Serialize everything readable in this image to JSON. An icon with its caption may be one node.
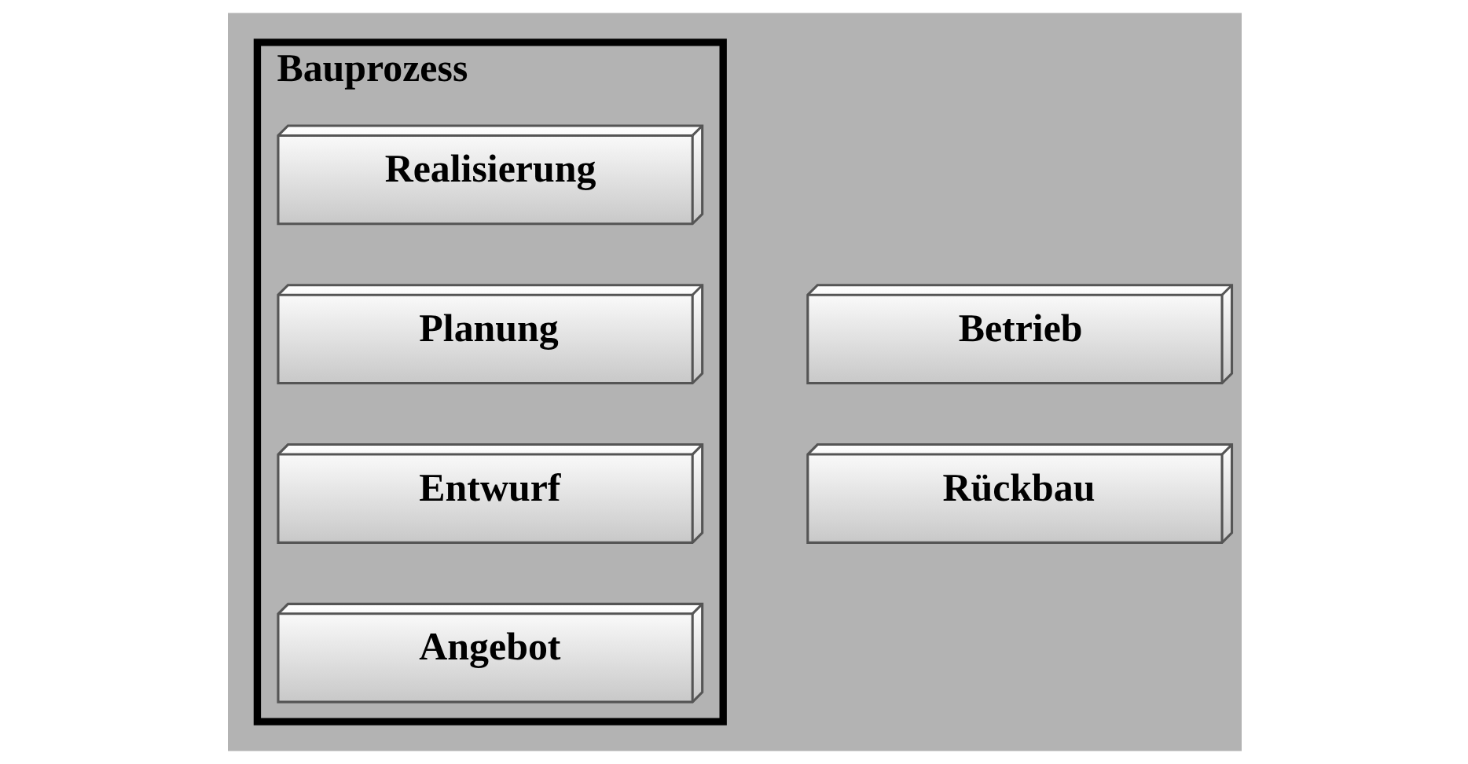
{
  "diagram": {
    "nodes": [
      {
        "text": [
          "Bauprozess"
        ]
      },
      {
        "text": [
          "Realisierung"
        ],
        "in": 0
      },
      {
        "text": [
          "Planung"
        ],
        "in": 0
      },
      {
        "text": [
          "Betrieb"
        ]
      },
      {
        "text": [
          "Entwurf"
        ],
        "in": 0
      },
      {
        "text": [
          "Rückbau"
        ]
      },
      {
        "text": [
          "Angebot"
        ],
        "in": 0
      }
    ]
  }
}
